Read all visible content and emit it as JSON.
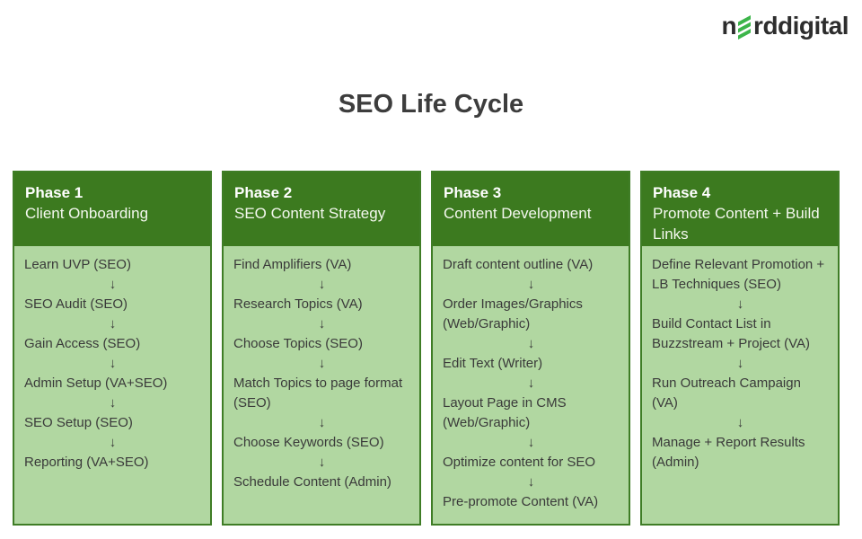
{
  "logo": {
    "prefix": "n",
    "suffix": "rddigital",
    "symbol": "green-bolt-icon"
  },
  "title": "SEO Life Cycle",
  "arrow": "↓",
  "colors": {
    "header_green": "#3c7a1f",
    "body_green": "#b1d7a1",
    "border_green": "#3f7d26",
    "logo_green": "#3cb54a",
    "logo_text": "#2d2d2d",
    "title_text": "#3d3d3d",
    "body_text": "#3a3a3a"
  },
  "phases": [
    {
      "name": "Phase 1",
      "subtitle": "Client Onboarding",
      "steps": [
        "Learn UVP (SEO)",
        "SEO Audit (SEO)",
        "Gain Access (SEO)",
        "Admin Setup (VA+SEO)",
        "SEO Setup (SEO)",
        "Reporting (VA+SEO)"
      ]
    },
    {
      "name": "Phase 2",
      "subtitle": "SEO Content Strategy",
      "steps": [
        "Find Amplifiers (VA)",
        "Research Topics (VA)",
        "Choose Topics (SEO)",
        "Match Topics to page format (SEO)",
        "Choose Keywords (SEO)",
        "Schedule Content (Admin)"
      ]
    },
    {
      "name": "Phase 3",
      "subtitle": "Content Development",
      "steps": [
        "Draft content outline (VA)",
        "Order Images/Graphics (Web/Graphic)",
        "Edit Text (Writer)",
        "Layout Page in CMS (Web/Graphic)",
        "Optimize content for SEO",
        "Pre-promote Content (VA)"
      ]
    },
    {
      "name": "Phase 4",
      "subtitle": "Promote Content + Build Links",
      "steps": [
        "Define Relevant Promotion + LB Techniques (SEO)",
        "Build Contact List in Buzzstream + Project (VA)",
        "Run Outreach Campaign (VA)",
        "Manage + Report Results (Admin)"
      ]
    }
  ]
}
